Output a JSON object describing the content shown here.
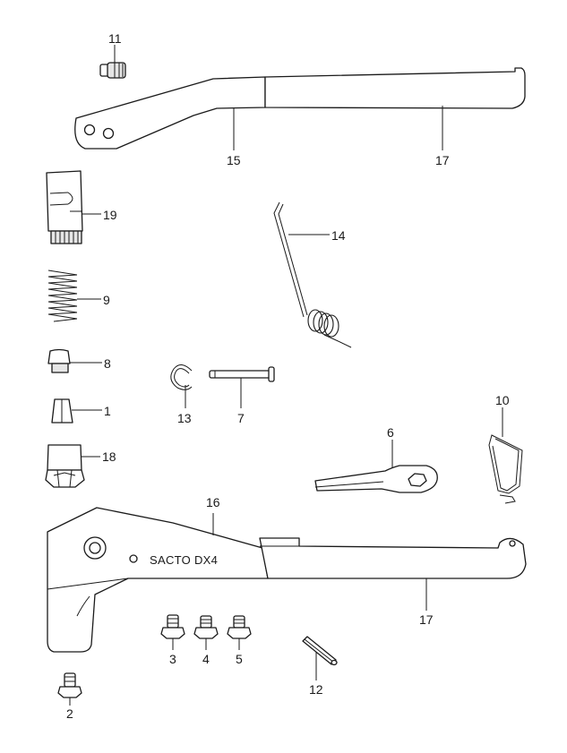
{
  "brand_text": "SACTO DX4",
  "callouts": {
    "p1": "1",
    "p2": "2",
    "p3": "3",
    "p4": "4",
    "p5": "5",
    "p6": "6",
    "p7": "7",
    "p8": "8",
    "p9": "9",
    "p10": "10",
    "p11": "11",
    "p12": "12",
    "p13": "13",
    "p14": "14",
    "p15": "15",
    "p16": "16",
    "p17_upper": "17",
    "p17_lower": "17",
    "p18": "18",
    "p19": "19"
  }
}
